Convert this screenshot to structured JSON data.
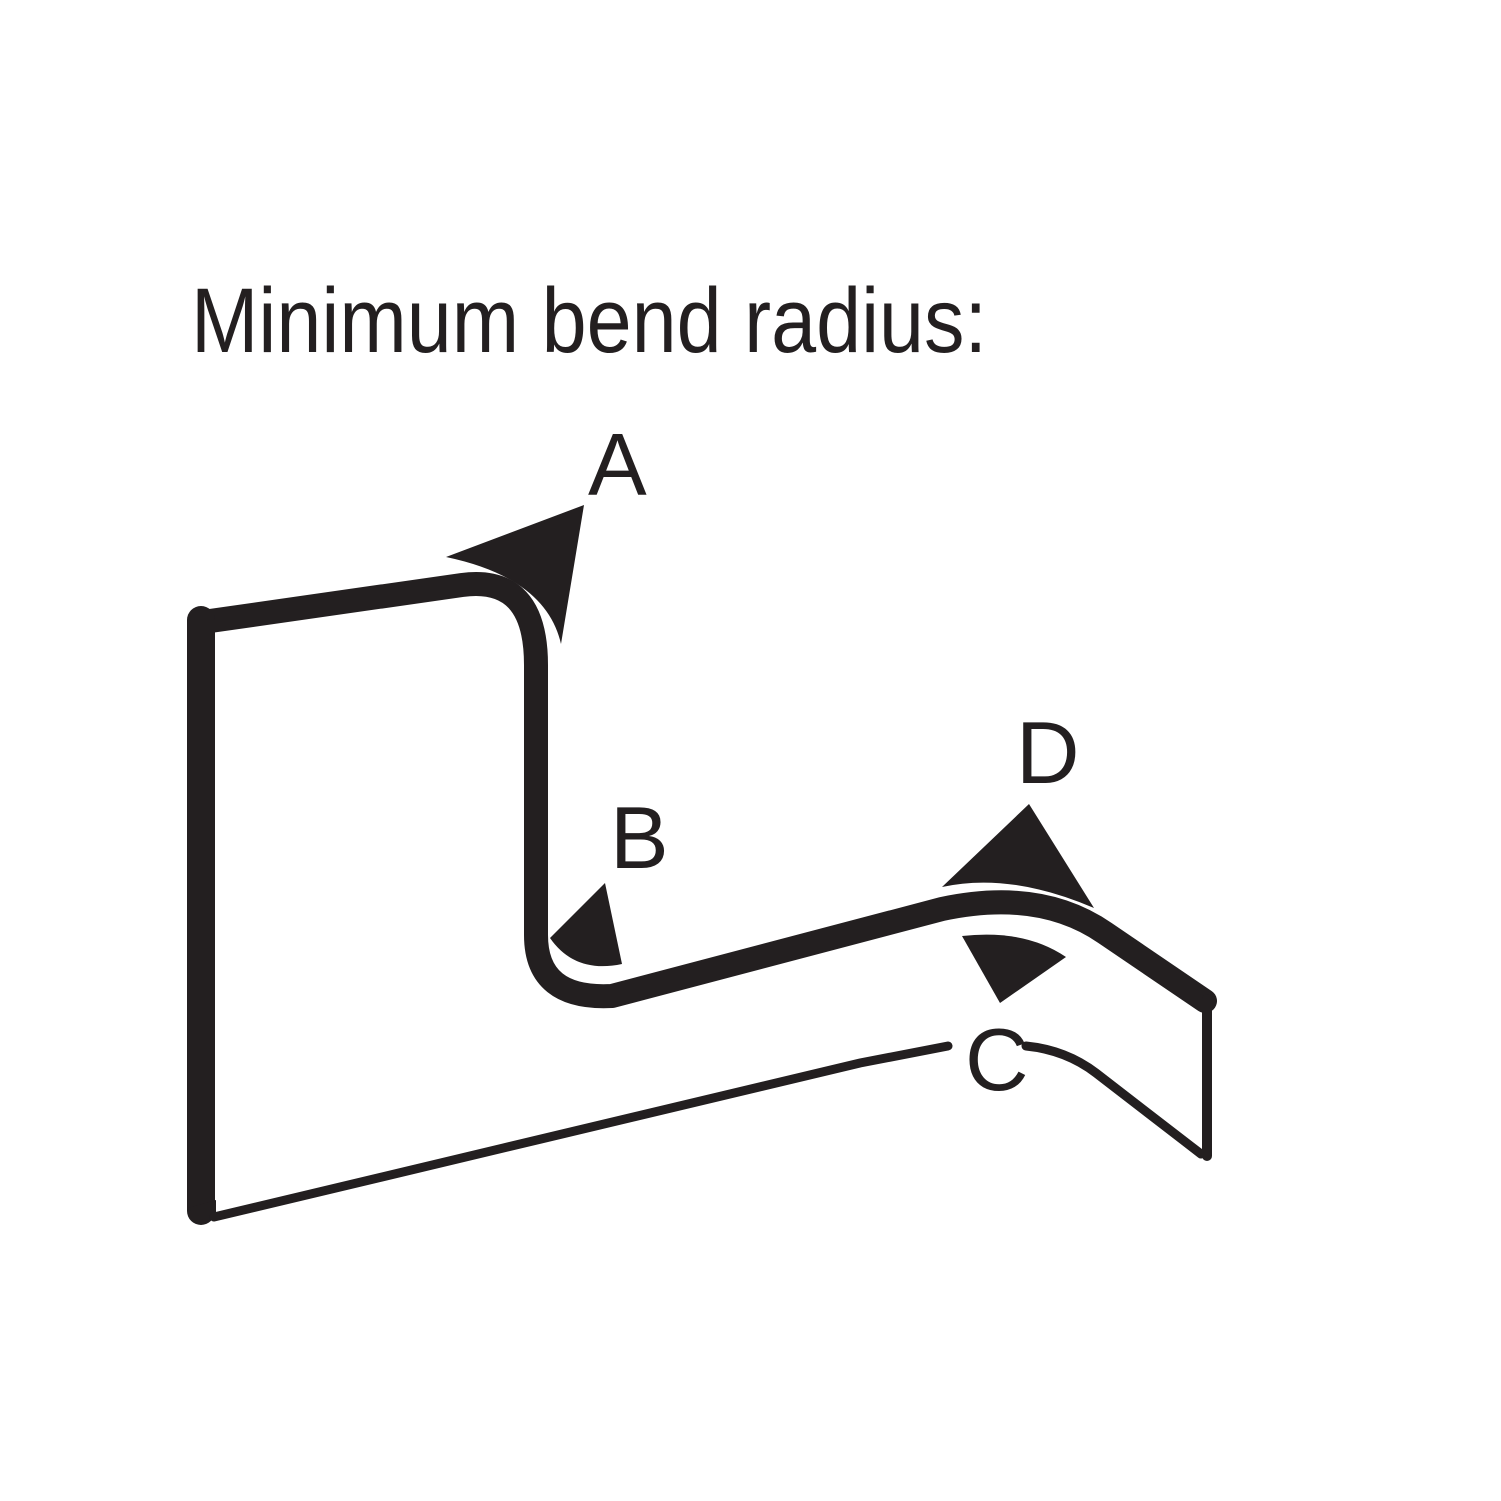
{
  "title": "Minimum bend radius:",
  "labels": {
    "a": "A",
    "b": "B",
    "c": "C",
    "d": "D"
  },
  "colors": {
    "ink": "#231f20",
    "background": "#ffffff"
  }
}
